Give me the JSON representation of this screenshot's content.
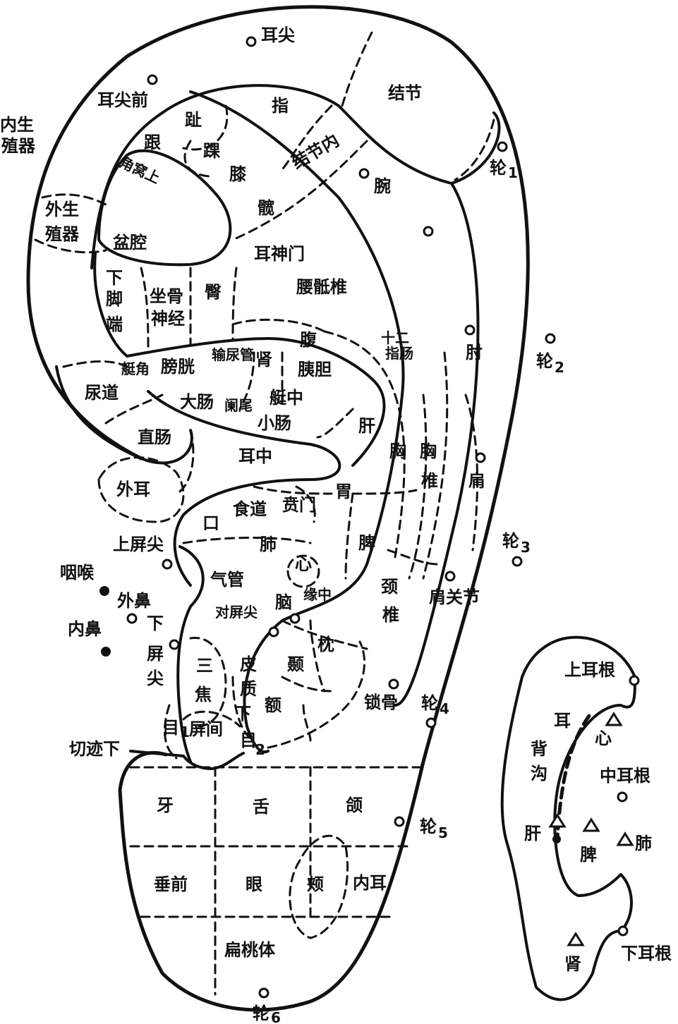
{
  "labels": {
    "er_jian": "耳尖",
    "er_jian_qian": "耳尖前",
    "nei_sheng_zhi_qi_1": "内生",
    "nei_sheng_zhi_qi_2": "殖器",
    "wai_sheng_zhi_qi_1": "外生",
    "wai_sheng_zhi_qi_2": "殖器",
    "zhi": "指",
    "jie_jie": "结节",
    "jie_jie_nei": "结节内",
    "wan": "腕",
    "lun1": "轮",
    "lun1_sub": "1",
    "lun2": "轮",
    "lun2_sub": "2",
    "lun3": "轮",
    "lun3_sub": "3",
    "lun4": "轮",
    "lun4_sub": "4",
    "lun5": "轮",
    "lun5_sub": "5",
    "lun6": "轮",
    "lun6_sub": "6",
    "zhi_toe": "趾",
    "gen": "跟",
    "huai": "踝",
    "xi": "膝",
    "kuan": "髋",
    "jiao_wo_shang": "角窝上",
    "pen_qiang": "盆腔",
    "er_shen_men": "耳神门",
    "yao_di_zhui": "腰骶椎",
    "xia_jiao_duan_1": "下",
    "xia_jiao_duan_2": "脚",
    "xia_jiao_duan_3": "端",
    "zuo_gu_shen_jing_1": "坐骨",
    "zuo_gu_shen_jing_2": "神经",
    "tun": "臀",
    "shi_er_zhi_chang_1": "十二",
    "shi_er_zhi_chang_2": "指肠",
    "zhou": "肘",
    "fu": "腹",
    "ting_jiao": "艇角",
    "pang_guang": "膀胱",
    "shu_niao_guan": "输尿管",
    "shen": "肾",
    "yi_dan": "胰胆",
    "ting_zhong": "艇中",
    "niao_dao": "尿道",
    "da_chang": "大肠",
    "lan_wei": "阑尾",
    "xiao_chang": "小肠",
    "gan": "肝",
    "xiong": "胸",
    "xiong_zhui_1": "胸",
    "xiong_zhui_2": "椎",
    "jian": "肩",
    "zhi_chang": "直肠",
    "er_zhong": "耳中",
    "wai_er": "外耳",
    "kou": "口",
    "shi_dao": "食道",
    "ben_men": "贲门",
    "wei": "胃",
    "shang_ping_jian": "上屏尖",
    "fei": "肺",
    "xin": "心",
    "pi": "脾",
    "jian_guan_jie": "肩关节",
    "yan_hou": "咽喉",
    "qi_guan": "气管",
    "wai_bi": "外鼻",
    "yuan_zhong": "缘中",
    "jing_zhui_1": "颈",
    "jing_zhui_2": "椎",
    "dui_ping_jian": "对屏尖",
    "nao": "脑",
    "nei_bi": "内鼻",
    "xia_ping_jian_1": "下",
    "xia_ping_jian_2": "屏",
    "xia_ping_jian_3": "尖",
    "zhen": "枕",
    "nie": "颞",
    "san_jiao_1": "三",
    "san_jiao_2": "焦",
    "pi_zhi_xia_1": "皮",
    "pi_zhi_xia_2": "质",
    "pi_zhi_xia_3": "下",
    "e": "额",
    "suo_gu": "锁骨",
    "mu1": "目",
    "mu1_sub": "1",
    "ping_jian": "屏间",
    "mu2": "目",
    "mu2_sub": "2",
    "qie_ji_xia": "切迹下",
    "ya": "牙",
    "she": "舌",
    "he": "颌",
    "chui_qian": "垂前",
    "yan": "眼",
    "jia": "颊",
    "nei_er": "内耳",
    "bian_tao_ti": "扁桃体"
  },
  "back": {
    "shang_er_gen": "上耳根",
    "er_bei_gou_1": "耳",
    "er_bei_gou_2": "背",
    "er_bei_gou_3": "沟",
    "xin": "心",
    "zhong_er_gen": "中耳根",
    "gan": "肝",
    "pi": "脾",
    "fei": "肺",
    "shen": "肾",
    "xia_er_gen": "下耳根"
  }
}
